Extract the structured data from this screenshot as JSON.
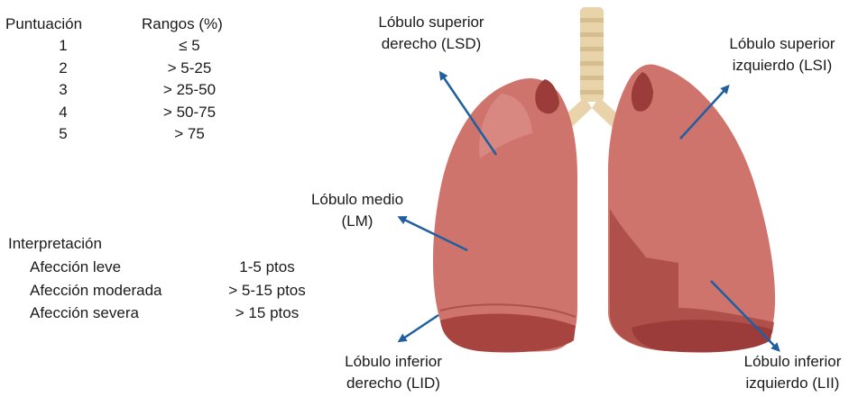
{
  "score_table": {
    "header_score": "Puntuación",
    "header_range": "Rangos (%)",
    "rows": [
      {
        "score": "1",
        "range": "≤ 5"
      },
      {
        "score": "2",
        "range": "> 5-25"
      },
      {
        "score": "3",
        "range": "> 25-50"
      },
      {
        "score": "4",
        "range": "> 50-75"
      },
      {
        "score": "5",
        "range": "> 75"
      }
    ]
  },
  "interpretation": {
    "title": "Interpretación",
    "rows": [
      {
        "label": "Afección leve",
        "value": "1-5 ptos"
      },
      {
        "label": "Afección moderada",
        "value": "> 5-15 ptos"
      },
      {
        "label": "Afección severa",
        "value": "> 15 ptos"
      }
    ]
  },
  "lobes": {
    "lsd": {
      "line1": "Lóbulo superior",
      "line2": "derecho (LSD)"
    },
    "lsi": {
      "line1": "Lóbulo superior",
      "line2": "izquierdo (LSI)"
    },
    "lm": {
      "line1": "Lóbulo medio",
      "line2": "(LM)"
    },
    "lid": {
      "line1": "Lóbulo inferior",
      "line2": "derecho (LID)"
    },
    "lii": {
      "line1": "Lóbulo inferior",
      "line2": "izquierdo (LII)"
    }
  },
  "colors": {
    "lung": "#cf746c",
    "lung_dark": "#b0504b",
    "lung_shadow": "#9b3c3a",
    "trachea": "#e8d3aa",
    "trachea_ring": "#d7bd8d",
    "arrow": "#1f5fa0"
  }
}
